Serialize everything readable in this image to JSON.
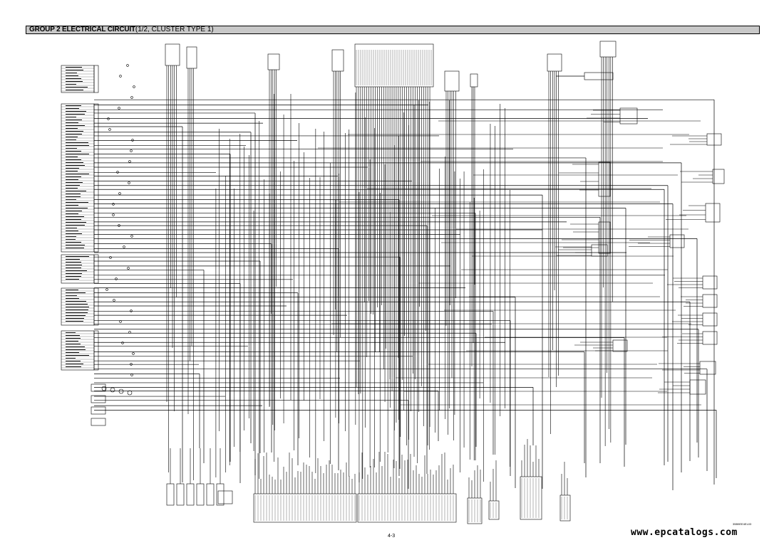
{
  "header": {
    "title_bold": "GROUP  2  ELECTRICAL CIRCUIT",
    "title_rest": "(1/2, CLUSTER TYPE 1)"
  },
  "footer": {
    "page_number": "4-3",
    "drawing_code": "35B9EE4EL03"
  },
  "watermark": {
    "text": "www.epcatalogs.com"
  },
  "colors": {
    "header_bg": "#c8c8c8",
    "line": "#000000",
    "background": "#ffffff"
  }
}
